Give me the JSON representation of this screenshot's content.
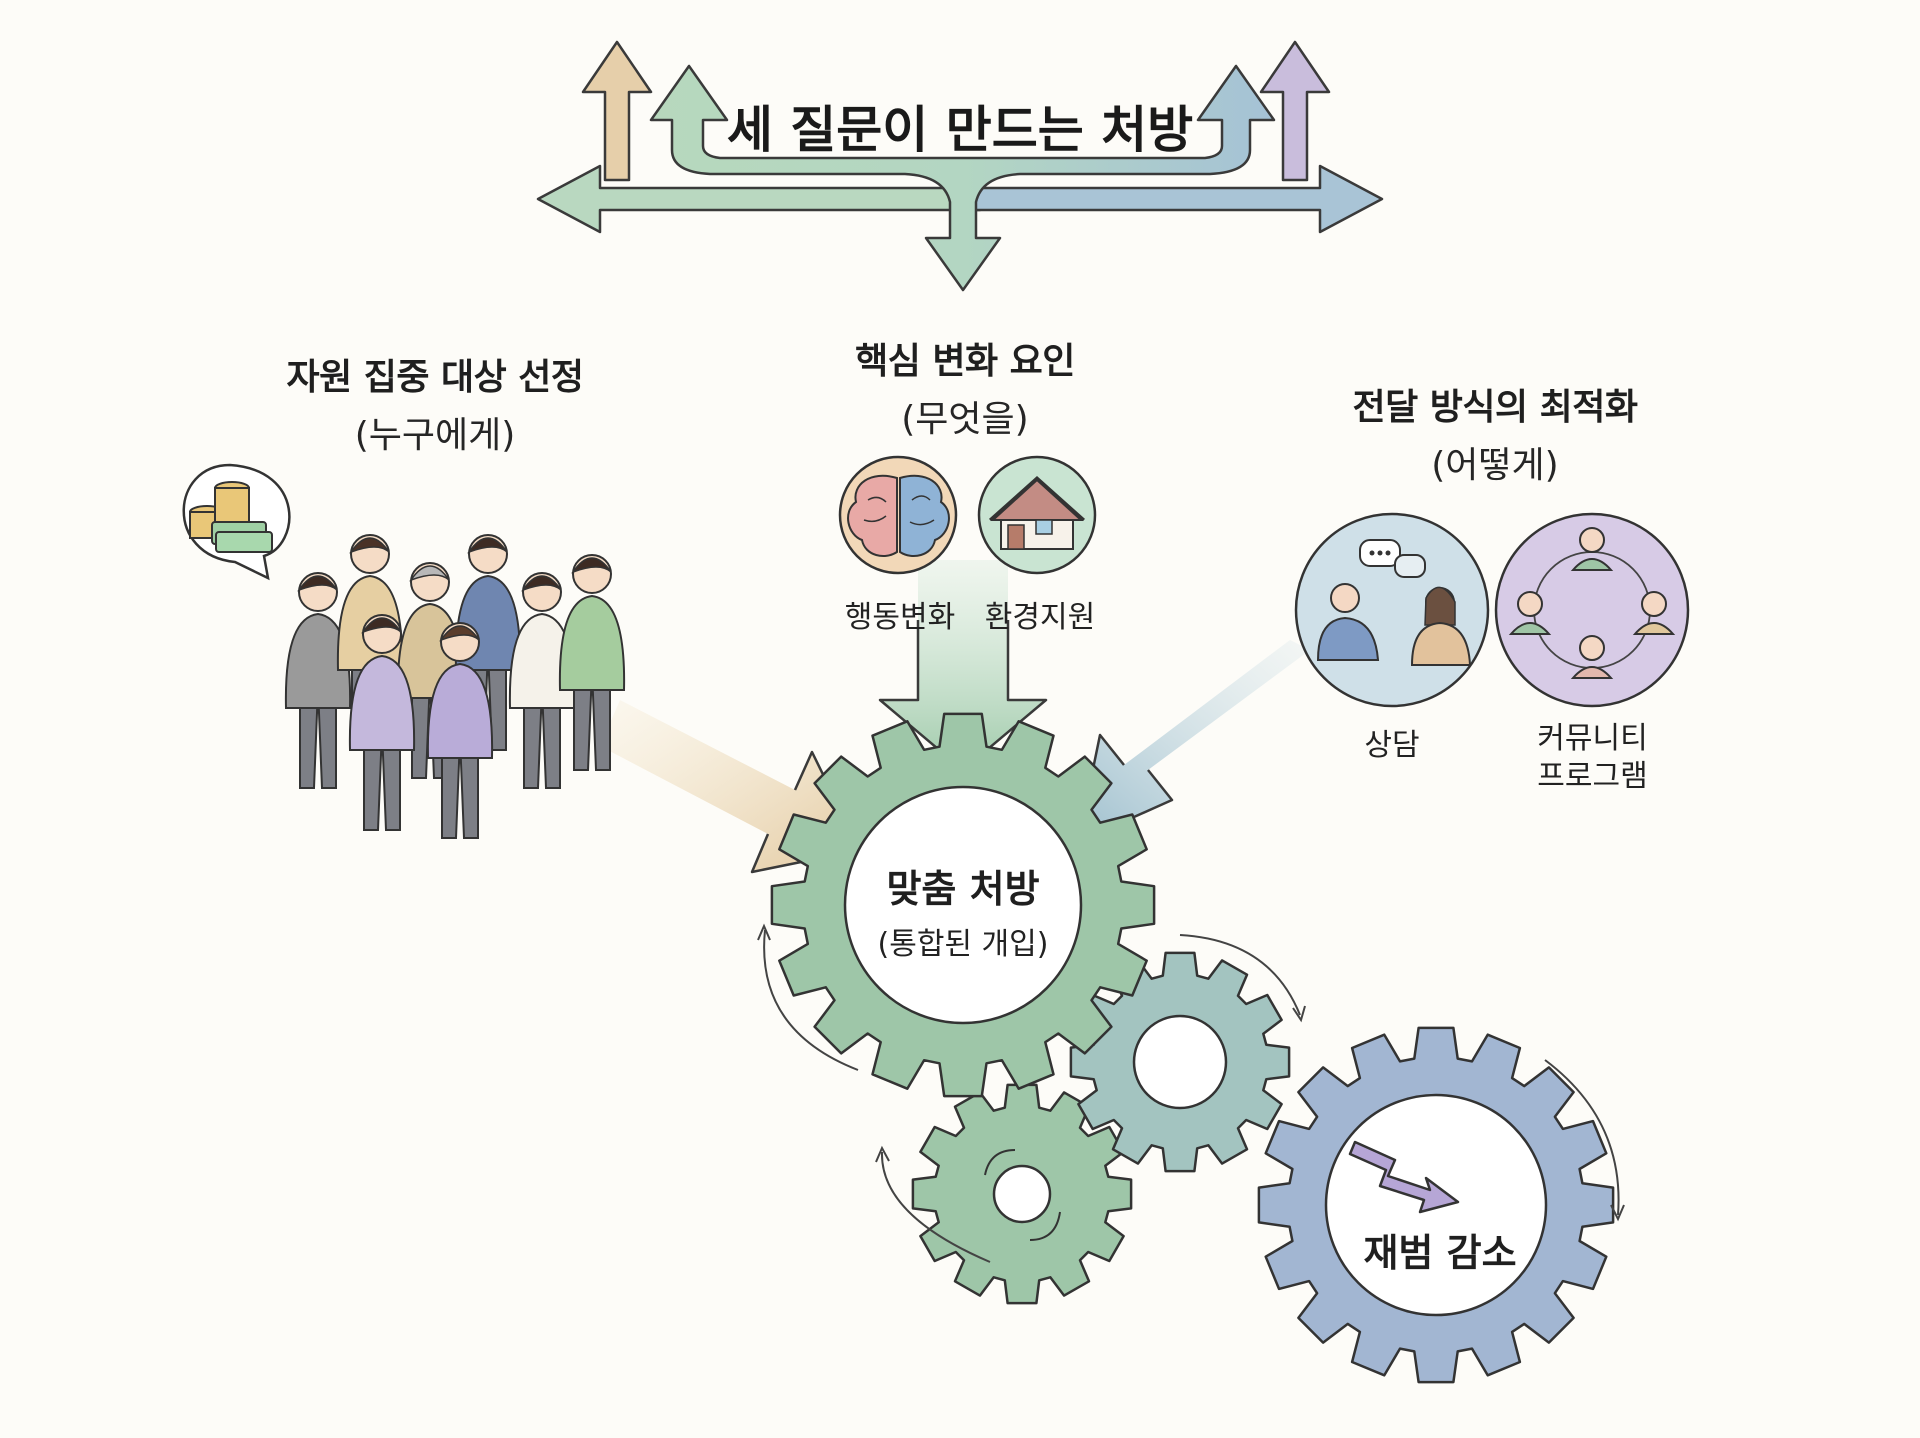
{
  "title": "세 질문이 만드는 처방",
  "who": {
    "title": "자원 집중 대상 선정",
    "subtitle": "(누구에게)"
  },
  "what": {
    "title": "핵심 변화 요인",
    "subtitle": "(무엇을)",
    "items": [
      "행동변화",
      "환경지원"
    ]
  },
  "how": {
    "title": "전달 방식의 최적화",
    "subtitle": "(어떻게)",
    "items": [
      "상담",
      "커뮤니티\n프로그램"
    ]
  },
  "center": {
    "title": "맞춤 처방",
    "subtitle": "(통합된 개입)"
  },
  "outcome": {
    "title": "재범 감소"
  },
  "icons": [
    "money-icon",
    "people-group-icon",
    "brain-icon",
    "house-icon",
    "counseling-icon",
    "community-icon",
    "trend-down-icon"
  ],
  "colors": {
    "tan": "#e6cfaa",
    "green": "#a9cfb4",
    "blue": "#a6c3cf",
    "lavender": "#c6b9da",
    "gear_green": "#9ec6a8",
    "gear_teal": "#a3c4c0",
    "gear_blue": "#a2b6d2"
  }
}
